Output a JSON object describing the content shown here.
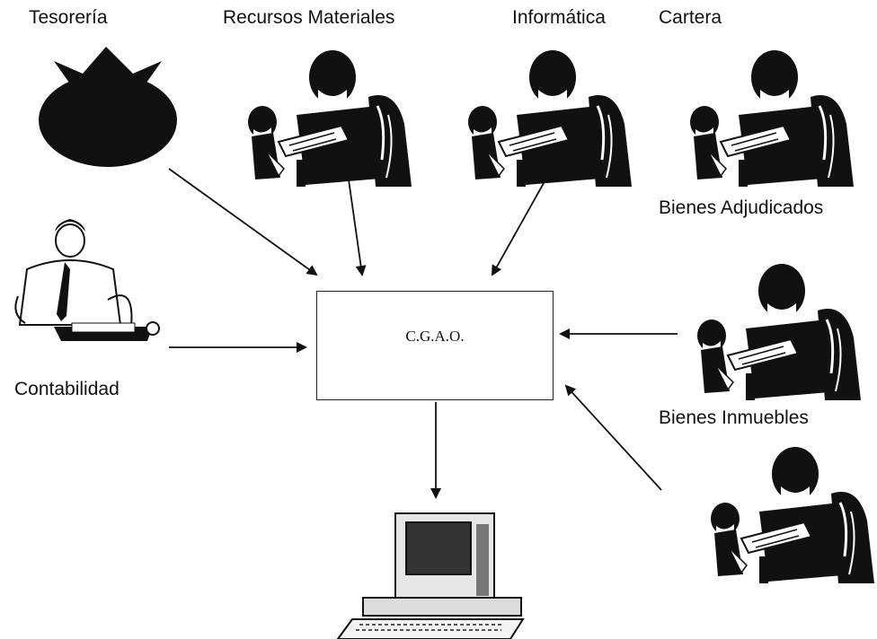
{
  "nodes": {
    "tesoreria": "Tesorería",
    "recursos_materiales": "Recursos Materiales",
    "informatica": "Informática",
    "cartera": "Cartera",
    "bienes_adjudicados": "Bienes Adjudicados",
    "contabilidad": "Contabilidad",
    "bienes_inmuebles": "Bienes Inmuebles",
    "center": "C.G.A.O."
  },
  "icons": {
    "tesoreria": "money-bag-icon",
    "recursos_materiales": "office-workers-icon",
    "informatica": "office-workers-icon",
    "cartera": "office-workers-icon",
    "bienes_adjudicados": "office-workers-icon",
    "bienes_inmuebles": "office-workers-icon",
    "contabilidad": "accountant-icon",
    "output": "computer-icon"
  },
  "colors": {
    "ink": "#111111",
    "background": "#ffffff"
  }
}
